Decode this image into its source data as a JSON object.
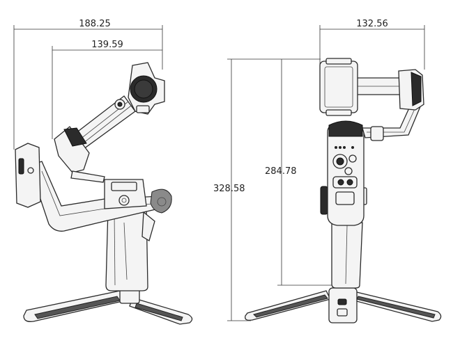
{
  "dimensions": {
    "side_total_width": "188.25",
    "side_arm_width": "139.59",
    "front_width": "132.56",
    "total_height": "328.58",
    "folded_height": "284.78"
  }
}
